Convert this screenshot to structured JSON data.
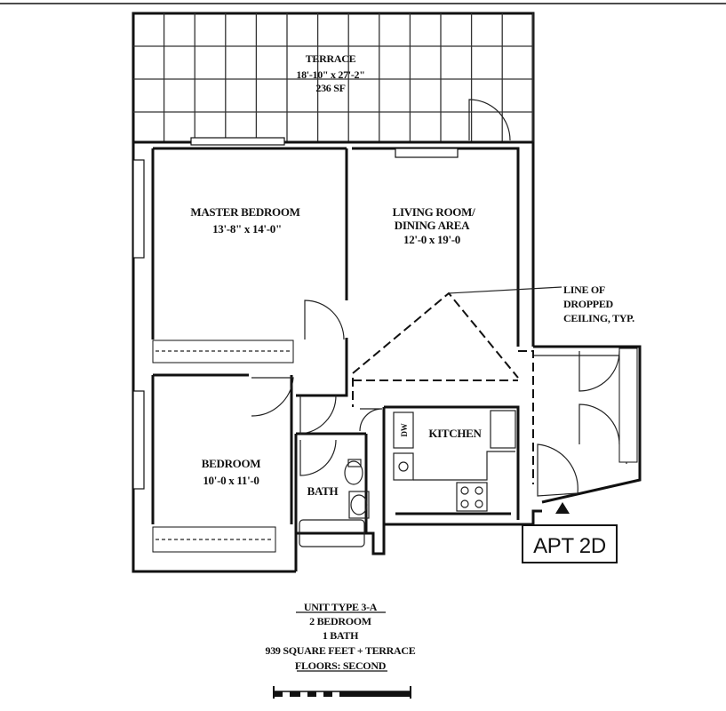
{
  "terrace": {
    "name": "TERRACE",
    "dimensions": "18'-10\" x 27'-2\"",
    "area": "236 SF"
  },
  "master_bedroom": {
    "name": "MASTER BEDROOM",
    "dimensions": "13'-8\" x 14'-0\""
  },
  "living_room": {
    "name_line1": "LIVING ROOM/",
    "name_line2": "DINING AREA",
    "dimensions": "12'-0 x 19'-0"
  },
  "callout": {
    "line1": "LINE OF",
    "line2": "DROPPED",
    "line3": "CEILING, TYP."
  },
  "kitchen": {
    "name": "KITCHEN",
    "dishwasher": "DW"
  },
  "bedroom": {
    "name": "BEDROOM",
    "dimensions": "10'-0 x 11'-0"
  },
  "bath": {
    "name": "BATH"
  },
  "apartment": {
    "label": "APT 2D"
  },
  "unit_info": {
    "type": "UNIT TYPE 3-A",
    "bedrooms": "2 BEDROOM",
    "baths": "1 BATH",
    "size": "939 SQUARE FEET + TERRACE",
    "floors": "FLOORS: SECOND"
  }
}
